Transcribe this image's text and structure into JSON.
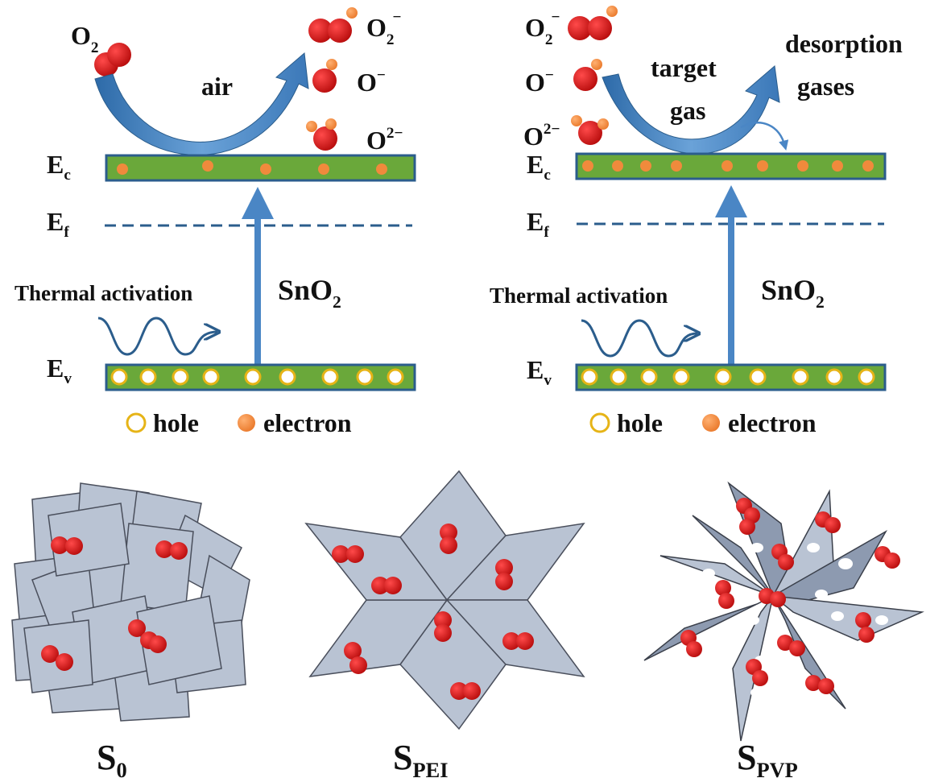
{
  "left_panel": {
    "species": [
      {
        "base": "O",
        "sub": "2",
        "sup": ""
      },
      {
        "base": "O",
        "sub": "2",
        "sup": "−"
      },
      {
        "base": "O",
        "sub": "",
        "sup": "−"
      },
      {
        "base": "O",
        "sub": "",
        "sup": "2−"
      }
    ],
    "process_label": "air",
    "levels": {
      "ec": {
        "base": "E",
        "sub": "c"
      },
      "ef": {
        "base": "E",
        "sub": "f"
      },
      "ev": {
        "base": "E",
        "sub": "v"
      }
    },
    "thermal_label": "Thermal activation",
    "material": {
      "base": "SnO",
      "sub": "2"
    },
    "legend": {
      "hole": "hole",
      "electron": "electron"
    }
  },
  "right_panel": {
    "species": [
      {
        "base": "O",
        "sub": "2",
        "sup": "−"
      },
      {
        "base": "O",
        "sub": "",
        "sup": "−"
      },
      {
        "base": "O",
        "sub": "",
        "sup": "2−"
      }
    ],
    "target_label_1": "target",
    "target_label_2": "gas",
    "desorption_label_1": "desorption",
    "desorption_label_2": "gases",
    "levels": {
      "ec": {
        "base": "E",
        "sub": "c"
      },
      "ef": {
        "base": "E",
        "sub": "f"
      },
      "ev": {
        "base": "E",
        "sub": "v"
      }
    },
    "thermal_label": "Thermal activation",
    "material": {
      "base": "SnO",
      "sub": "2"
    },
    "legend": {
      "hole": "hole",
      "electron": "electron"
    }
  },
  "samples": [
    {
      "base": "S",
      "sub": "0"
    },
    {
      "base": "S",
      "sub": "PEI"
    },
    {
      "base": "S",
      "sub": "PVP"
    }
  ],
  "colors": {
    "band_fill": "#6aa83a",
    "band_stroke": "#2b5d8c",
    "arrow_blue": "#4a86c5",
    "electron": "#f08a3c",
    "hole_ring": "#e6b417",
    "oxygen": "#d81818",
    "plate": "#b9c3d3",
    "plate_dark": "#8d9ab0"
  }
}
